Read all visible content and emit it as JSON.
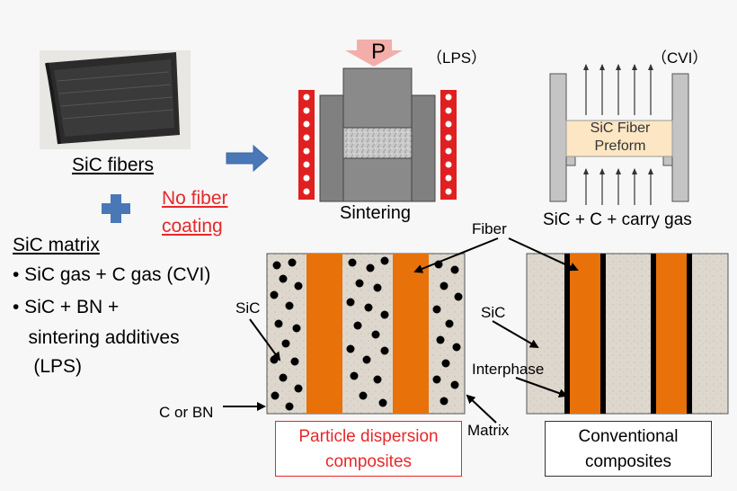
{
  "left": {
    "sic_fibers": "SiC fibers",
    "no_fiber_coating": [
      "No fiber",
      "coating"
    ],
    "matrix_title": "SiC matrix",
    "bullets": [
      [
        "• SiC gas + C gas (CVI)"
      ],
      [
        "• SiC + BN +",
        "   sintering additives",
        "    (LPS)"
      ]
    ]
  },
  "lps": {
    "tag": "（LPS）",
    "pressure": "P",
    "caption": "Sintering"
  },
  "cvi": {
    "tag": "（CVI）",
    "preform": [
      "SiC Fiber",
      "Preform"
    ],
    "gas": "SiC + C + carry gas"
  },
  "composites": {
    "fiber": "Fiber",
    "sic": "SiC",
    "c_or_bn": "C or BN",
    "matrix": "Matrix",
    "interphase": "Interphase",
    "particle_box": [
      "Particle dispersion",
      "composites"
    ],
    "conventional_box": [
      "Conventional",
      "composites"
    ]
  },
  "colors": {
    "fiber": "#e8710a",
    "accent_red": "#e8282a",
    "arrow_blue": "#4a78b7",
    "matrix_bg": "#ddd7cd"
  }
}
